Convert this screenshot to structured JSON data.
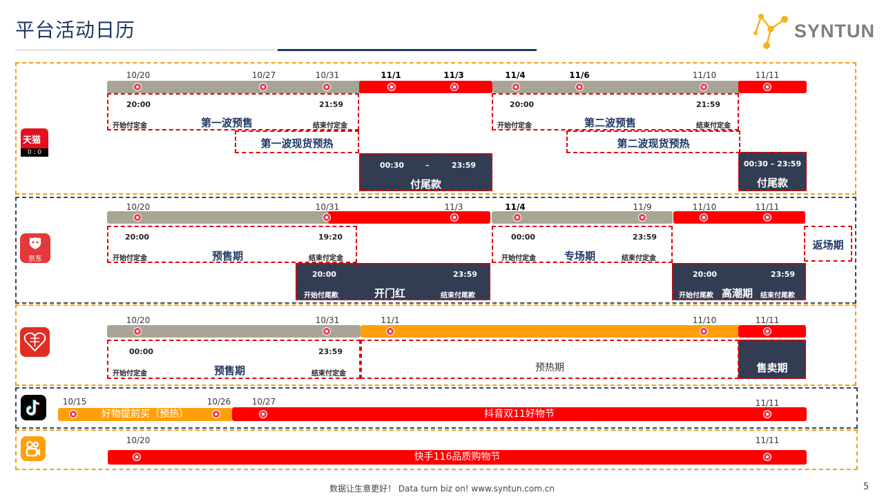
{
  "page": {
    "title": "平台活动日历",
    "brand": "SYNTUN",
    "footer": "数据让生意更好！ Data turn biz on!  www.syntun.com.cn",
    "page_number": "5"
  },
  "tmall": {
    "icon_text": "天猫",
    "icon_sub": "0 : 0",
    "dates": [
      "10/20",
      "10/27",
      "10/31",
      "11/1",
      "11/3",
      "11/4",
      "11/6",
      "11/10",
      "11/11"
    ],
    "presale1": {
      "start_time": "20:00",
      "end_time": "21:59",
      "start_label": "开始付定金",
      "end_label": "结束付定金",
      "title": "第一波预售"
    },
    "warm1": "第一波现货预热",
    "pay1": {
      "time_start": "00:30",
      "dash": "–",
      "time_end": "23:59",
      "title": "付尾款"
    },
    "presale2": {
      "start_time": "20:00",
      "end_time": "21:59",
      "start_label": "开始付定金",
      "end_label": "结束付定金",
      "title": "第二波预售"
    },
    "warm2": "第二波现货预热",
    "pay2": {
      "time": "00:30 – 23:59",
      "title": "付尾款"
    }
  },
  "jd": {
    "icon_text": "京东",
    "dates": [
      "10/20",
      "10/31",
      "11/3",
      "11/4",
      "11/9",
      "11/10",
      "11/11"
    ],
    "presale": {
      "start_time": "20:00",
      "end_time": "19:20",
      "start_label": "开始付定金",
      "end_label": "结束付定金",
      "title": "预售期"
    },
    "special": {
      "start_time": "00:00",
      "end_time": "23:59",
      "start_label": "开始付定金",
      "end_label": "结束付定金",
      "title": "专场期"
    },
    "return": "返场期",
    "kaimen": {
      "start_time": "20:00",
      "end_time": "23:59",
      "start_label": "开始付尾款",
      "end_label": "结束付尾款",
      "title": "开门红"
    },
    "peak": {
      "start_time": "20:00",
      "end_time": "23:59",
      "start_label": "开始付尾款",
      "end_label": "结束付尾款",
      "title": "高潮期"
    }
  },
  "pdd": {
    "dates": [
      "10/20",
      "10/31",
      "11/1",
      "11/10",
      "11/11"
    ],
    "presale": {
      "start_time": "00:00",
      "end_time": "23:59",
      "start_label": "开始付定金",
      "end_label": "结束付定金",
      "title": "预售期"
    },
    "warm": "预热期",
    "sale": "售卖期"
  },
  "douyin": {
    "dates": [
      "10/15",
      "10/26",
      "10/27",
      "11/11"
    ],
    "early_label": "好物提前买（预热）",
    "main_label": "抖音双11好物节"
  },
  "kuaishou": {
    "dates": [
      "10/20",
      "11/11"
    ],
    "main_label": "快手116品质购物节"
  },
  "colors": {
    "red": "#ff0000",
    "gray": "#a8a596",
    "orange": "#ffa00a",
    "navy": "#323c52",
    "title": "#1f3864"
  }
}
